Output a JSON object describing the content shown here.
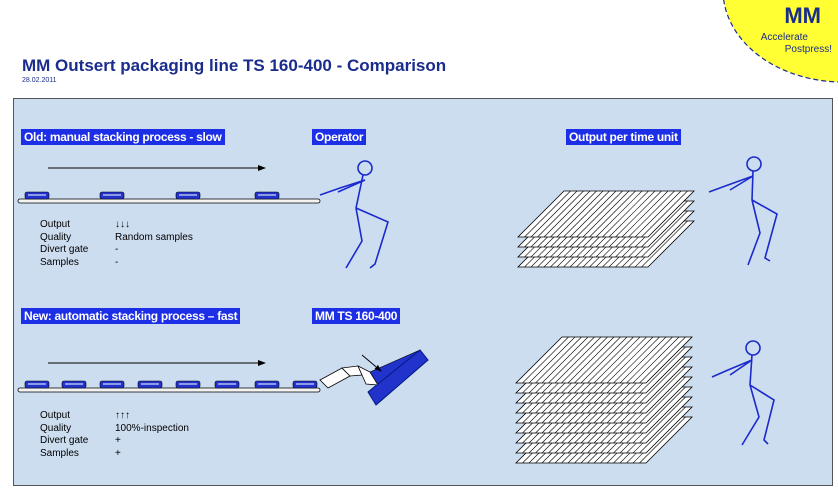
{
  "logo": {
    "mark": "MM",
    "tagline_line1": "Accelerate",
    "tagline_line2": "Postpress!"
  },
  "header": {
    "title": "MM Outsert packaging line TS 160-400 - Comparison",
    "date": "28.02.2011"
  },
  "old_process": {
    "label": "Old: manual stacking process - slow",
    "actor_label": "Operator",
    "output_label": "Output per time unit",
    "stats": [
      {
        "key": "Output",
        "value": "↓↓↓"
      },
      {
        "key": "Quality",
        "value": "Random samples"
      },
      {
        "key": "Divert gate",
        "value": "-"
      },
      {
        "key": "Samples",
        "value": "-"
      }
    ]
  },
  "new_process": {
    "label": "New: automatic stacking process – fast",
    "actor_label": "MM TS 160-400",
    "stats": [
      {
        "key": "Output",
        "value": "↑↑↑"
      },
      {
        "key": "Quality",
        "value": "100%-inspection"
      },
      {
        "key": "Divert gate",
        "value": "+"
      },
      {
        "key": "Samples",
        "value": "+"
      }
    ]
  },
  "colors": {
    "title": "#1a2c8c",
    "panel_bg": "#cdddf0",
    "header_bg": "#1c2fe6",
    "logo_bg": "#ffff33",
    "machine": "#2233cc"
  },
  "icons": [
    "stick-figure-icon",
    "arrow-right-icon",
    "stacker-machine-icon"
  ]
}
